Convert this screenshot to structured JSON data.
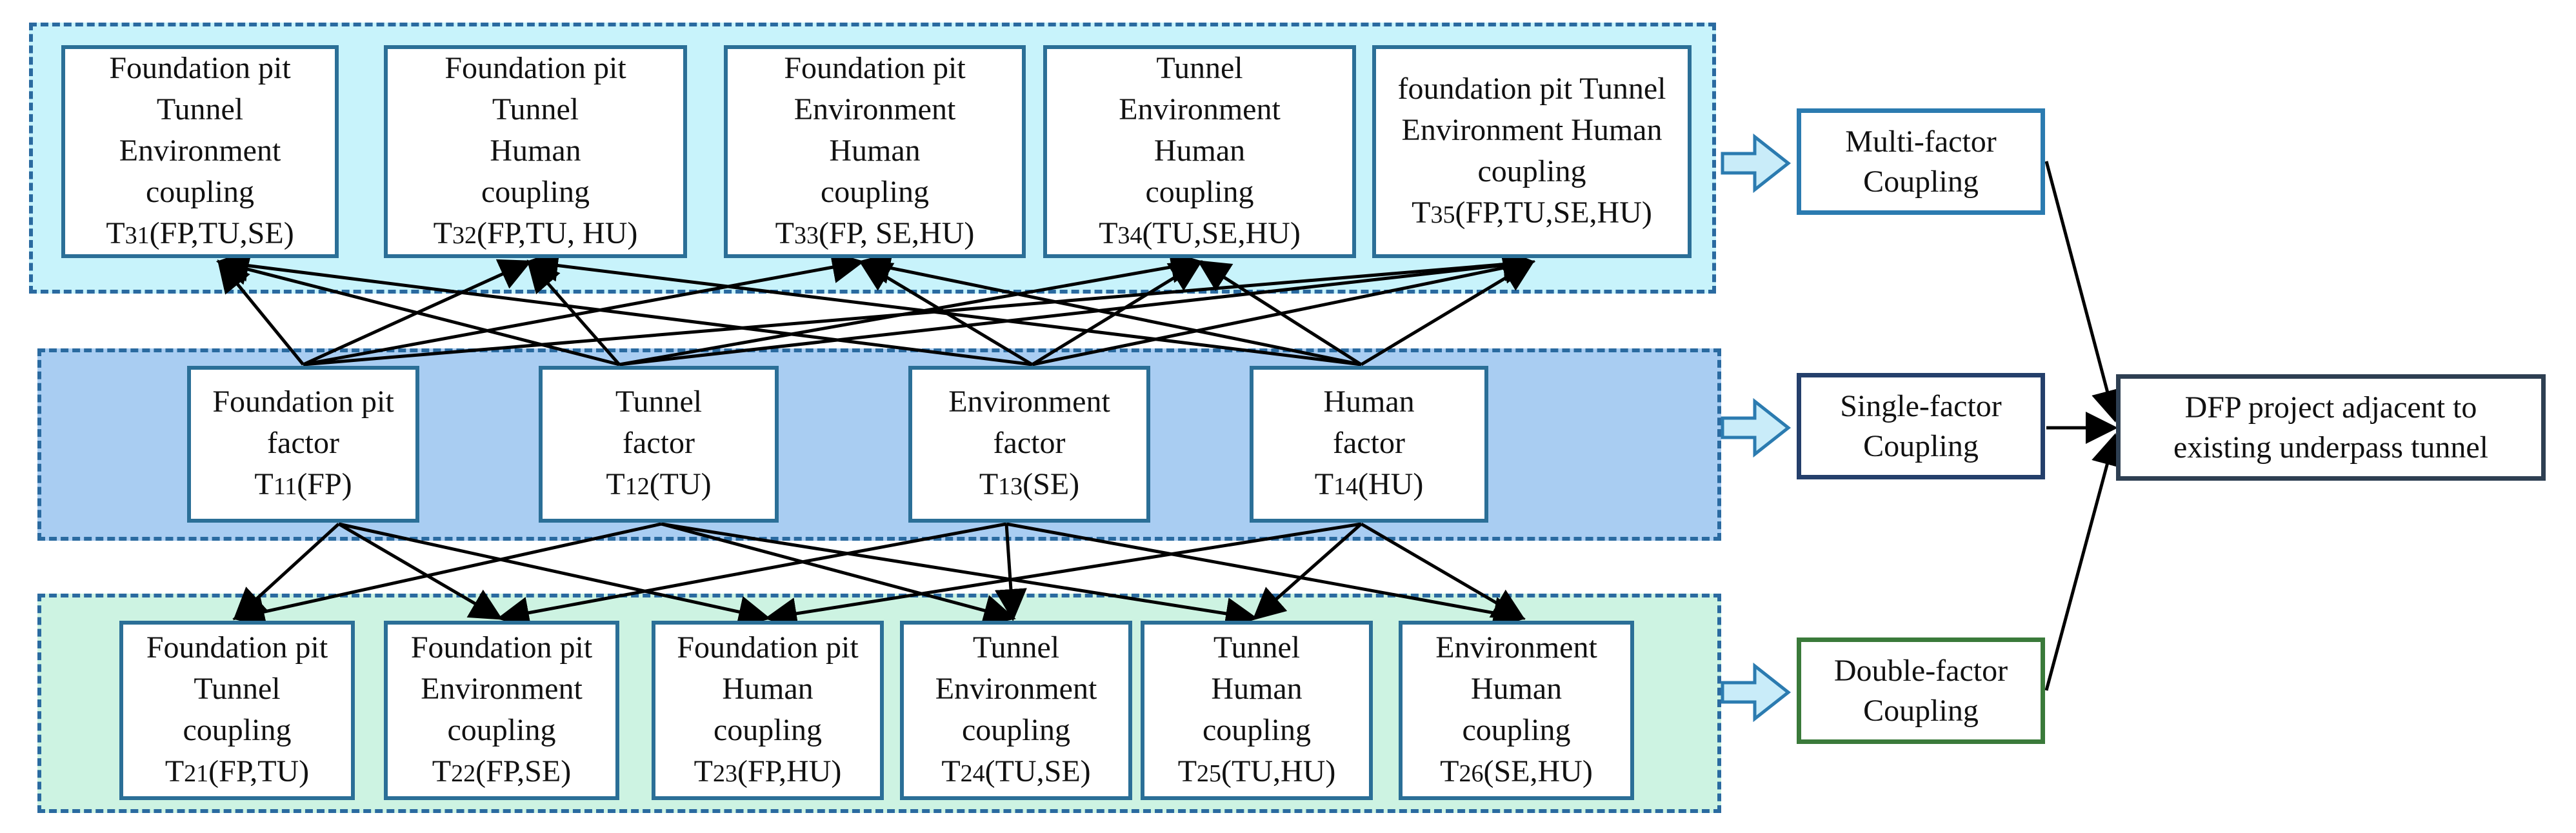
{
  "multi_boxes": [
    {
      "lines": [
        "Foundation pit",
        "Tunnel",
        "Environment",
        "coupling"
      ],
      "code": "T",
      "sub": "31",
      "args": "(FP,TU,SE)"
    },
    {
      "lines": [
        "Foundation pit",
        "Tunnel",
        "Human",
        "coupling"
      ],
      "code": "T",
      "sub": "32",
      "args": "(FP,TU, HU)"
    },
    {
      "lines": [
        "Foundation pit",
        "Environment",
        "Human",
        "coupling"
      ],
      "code": "T",
      "sub": "33",
      "args": "(FP, SE,HU)"
    },
    {
      "lines": [
        "Tunnel",
        "Environment",
        "Human",
        "coupling"
      ],
      "code": "T",
      "sub": "34",
      "args": "(TU,SE,HU)"
    },
    {
      "lines": [
        "foundation pit Tunnel",
        "Environment Human",
        "coupling"
      ],
      "code": "T",
      "sub": "35",
      "args": "(FP,TU,SE,HU)"
    }
  ],
  "single_boxes": [
    {
      "lines": [
        "Foundation pit",
        "factor"
      ],
      "code": "T",
      "sub": "11",
      "args": "(FP)"
    },
    {
      "lines": [
        "Tunnel",
        "factor"
      ],
      "code": "T",
      "sub": "12",
      "args": "(TU)"
    },
    {
      "lines": [
        "Environment",
        "factor"
      ],
      "code": "T",
      "sub": "13",
      "args": "(SE)"
    },
    {
      "lines": [
        "Human",
        "factor"
      ],
      "code": "T",
      "sub": "14",
      "args": "(HU)"
    }
  ],
  "double_boxes": [
    {
      "lines": [
        "Foundation pit",
        "Tunnel",
        "coupling"
      ],
      "code": "T",
      "sub": "21",
      "args": "(FP,TU)"
    },
    {
      "lines": [
        "Foundation pit",
        "Environment",
        "coupling"
      ],
      "code": "T",
      "sub": "22",
      "args": "(FP,SE)"
    },
    {
      "lines": [
        "Foundation pit",
        "Human",
        "coupling"
      ],
      "code": "T",
      "sub": "23",
      "args": "(FP,HU)"
    },
    {
      "lines": [
        "Tunnel",
        "Environment",
        "coupling"
      ],
      "code": "T",
      "sub": "24",
      "args": "(TU,SE)"
    },
    {
      "lines": [
        "Tunnel",
        "Human",
        "coupling"
      ],
      "code": "T",
      "sub": "25",
      "args": "(TU,HU)"
    },
    {
      "lines": [
        "Environment",
        "Human",
        "coupling"
      ],
      "code": "T",
      "sub": "26",
      "args": "(SE,HU)"
    }
  ],
  "side": {
    "multi": [
      "Multi-factor",
      "Coupling"
    ],
    "single": [
      "Single-factor",
      "Coupling"
    ],
    "double": [
      "Double-factor",
      "Coupling"
    ],
    "target": [
      "DFP project adjacent to",
      "existing underpass tunnel"
    ]
  },
  "colors": {
    "multi_panel": "#c8f3fb",
    "single_panel": "#a9cdf2",
    "double_panel": "#cdf3e2",
    "panel_border": "#2a6aa0",
    "box_border": "#2b6f97",
    "arrow_fill": "#c9ecf9",
    "arrow_stroke": "#2b7bb0"
  }
}
